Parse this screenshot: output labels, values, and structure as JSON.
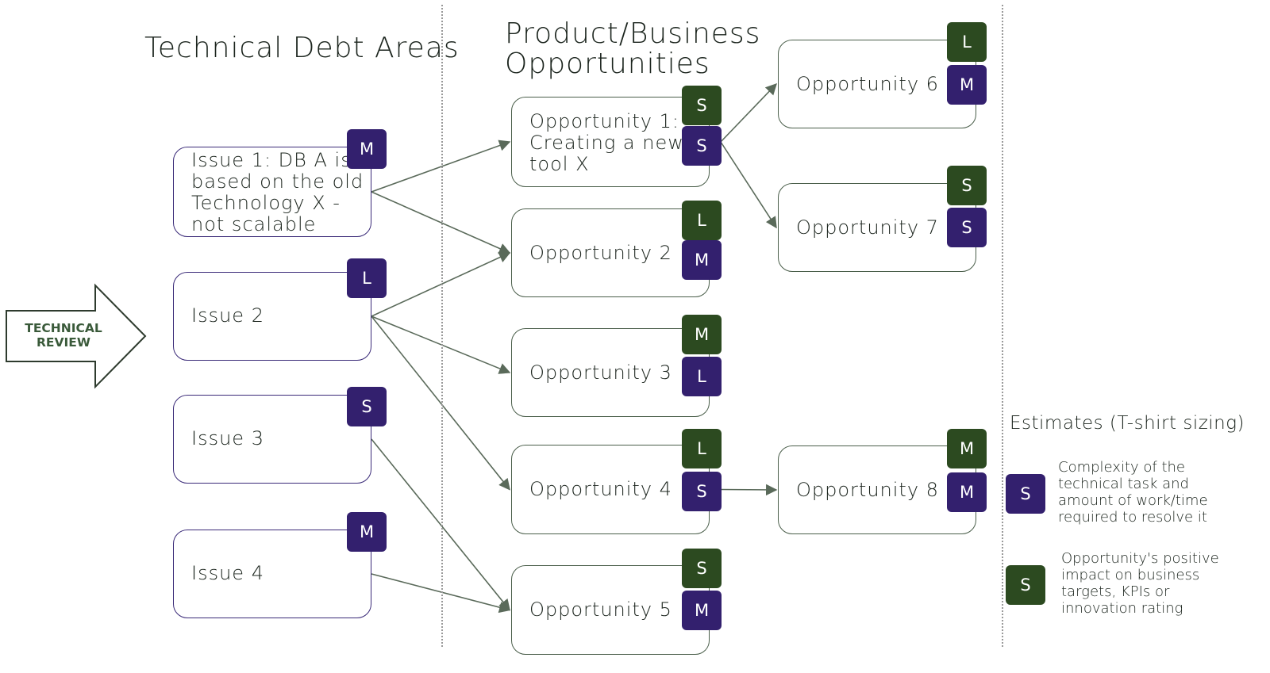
{
  "titles": {
    "tech_debt": "Technical Debt Areas",
    "opportunities": "Product/Business\nOpportunities"
  },
  "review_arrow": {
    "label": "TECHNICAL\nREVIEW"
  },
  "issues": [
    {
      "label": "Issue 1: DB A is\nbased on the old\nTechnology X -\nnot scalable",
      "size": "M"
    },
    {
      "label": "Issue 2",
      "size": "L"
    },
    {
      "label": "Issue 3",
      "size": "S"
    },
    {
      "label": "Issue 4",
      "size": "M"
    }
  ],
  "opportunities": [
    {
      "label": "Opportunity 1:\nCreating a new\ntool X",
      "impact": "S",
      "complexity": "S"
    },
    {
      "label": "Opportunity 2",
      "impact": "L",
      "complexity": "M"
    },
    {
      "label": "Opportunity 3",
      "impact": "M",
      "complexity": "L"
    },
    {
      "label": "Opportunity 4",
      "impact": "L",
      "complexity": "S"
    },
    {
      "label": "Opportunity 5",
      "impact": "S",
      "complexity": "M"
    },
    {
      "label": "Opportunity 6",
      "impact": "L",
      "complexity": "M"
    },
    {
      "label": "Opportunity 7",
      "impact": "S",
      "complexity": "S"
    },
    {
      "label": "Opportunity 8",
      "impact": "M",
      "complexity": "M"
    }
  ],
  "connections": [
    {
      "from": "issue-1",
      "to": "opportunity-1"
    },
    {
      "from": "issue-1",
      "to": "opportunity-2"
    },
    {
      "from": "issue-2",
      "to": "opportunity-2"
    },
    {
      "from": "issue-2",
      "to": "opportunity-3"
    },
    {
      "from": "issue-2",
      "to": "opportunity-4"
    },
    {
      "from": "issue-3",
      "to": "opportunity-5"
    },
    {
      "from": "issue-4",
      "to": "opportunity-5"
    },
    {
      "from": "opportunity-1",
      "to": "opportunity-6"
    },
    {
      "from": "opportunity-1",
      "to": "opportunity-7"
    },
    {
      "from": "opportunity-4",
      "to": "opportunity-8"
    }
  ],
  "legend": {
    "title": "Estimates (T-shirt sizing)",
    "items": [
      {
        "badge": "S",
        "color": "#33206e",
        "text": "Complexity of the\ntechnical task  and\namount of work/time\nrequired to resolve it"
      },
      {
        "badge": "S",
        "color": "#2c4a20",
        "text": "Opportunity's positive\nimpact on business\ntargets, KPIs or\ninnovation rating"
      }
    ]
  },
  "colors": {
    "complexity": "#33206e",
    "impact": "#2c4a20",
    "outline": "#4a5e4a",
    "arrow": "#5a6a5a"
  }
}
